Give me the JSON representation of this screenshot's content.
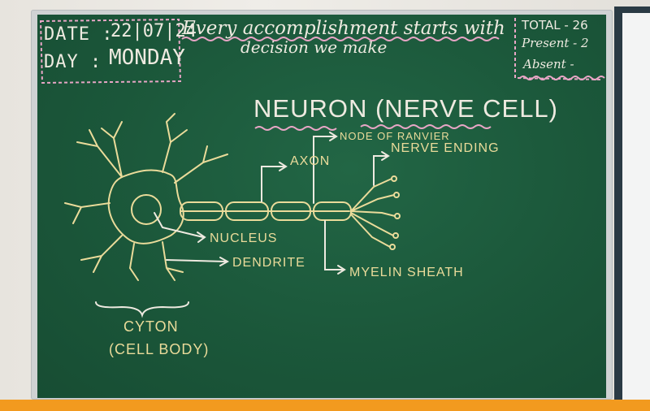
{
  "header": {
    "date_label": "DATE :",
    "date_value": "22|07|24",
    "day_label": "DAY :",
    "day_value": "MONDAY",
    "quote_line1": "Every accomplishment starts with",
    "quote_line2": "decision we make",
    "total": "TOTAL - 26",
    "present": "Present - 2",
    "absent": "Absent -"
  },
  "diagram": {
    "title": "NEURON (NERVE CELL)",
    "labels": {
      "node_of_ranvier": "NODE OF RANVIER",
      "axon": "AXON",
      "nerve_ending": "NERVE ENDING",
      "nucleus": "NUCLEUS",
      "dendrite": "DENDRITE",
      "myelin_sheath": "MYELIN SHEATH",
      "cyton": "CYTON",
      "cell_body": "(CELL BODY)"
    }
  },
  "colors": {
    "board": "#1d5b3c",
    "chalk_white": "#eeeae0",
    "chalk_yellow": "#eadb9a",
    "chalk_pink": "#e8a6c6",
    "bottom_bar": "#f29a1f"
  }
}
